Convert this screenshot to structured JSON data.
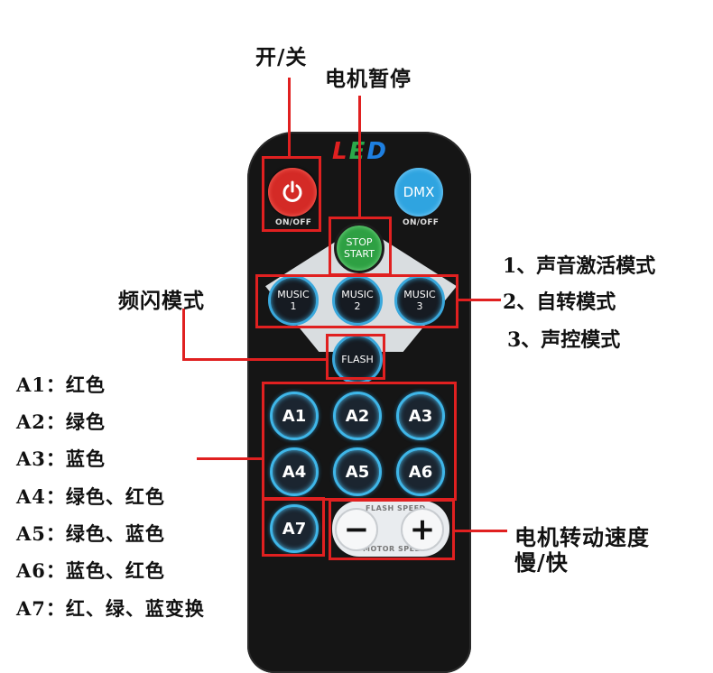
{
  "labels": {
    "power": "开/关",
    "motor_pause": "电机暂停",
    "mode1": "1、声音激活模式",
    "mode2": "2、自转模式",
    "mode3": "3、声控模式",
    "flash_mode": "频闪模式",
    "speed_line1": "电机转动速度",
    "speed_line2": "慢/快"
  },
  "legend": [
    "A1：红色",
    "A2：绿色",
    "A3：蓝色",
    "A4：绿色、红色",
    "A5：绿色、蓝色",
    "A6：蓝色、红色",
    "A7：红、绿、蓝变换"
  ],
  "remote": {
    "logo": [
      "L",
      "E",
      "D"
    ],
    "logo_colors": [
      "#e02020",
      "#2aa84a",
      "#1e7fe0"
    ],
    "power_caption": "ON/OFF",
    "dmx_label": "DMX",
    "dmx_caption": "ON/OFF",
    "stop_start": [
      "STOP",
      "START"
    ],
    "music_buttons": [
      {
        "line1": "MUSIC",
        "line2": "1"
      },
      {
        "line1": "MUSIC",
        "line2": "2"
      },
      {
        "line1": "MUSIC",
        "line2": "3"
      }
    ],
    "flash_label": "FLASH",
    "color_buttons": [
      "A1",
      "A2",
      "A3",
      "A4",
      "A5",
      "A6",
      "A7"
    ],
    "flash_speed_caption": "FLASH SPEED",
    "motor_speed_caption": "MOTOR SPEED",
    "minus_label": "−",
    "plus_label": "+"
  },
  "colors": {
    "annotation_red": "#e02020",
    "power_red": "#d42a26",
    "dmx_blue": "#2fa4e0",
    "stop_green": "#2ea043",
    "ring_blue": "#3fb6e8"
  }
}
